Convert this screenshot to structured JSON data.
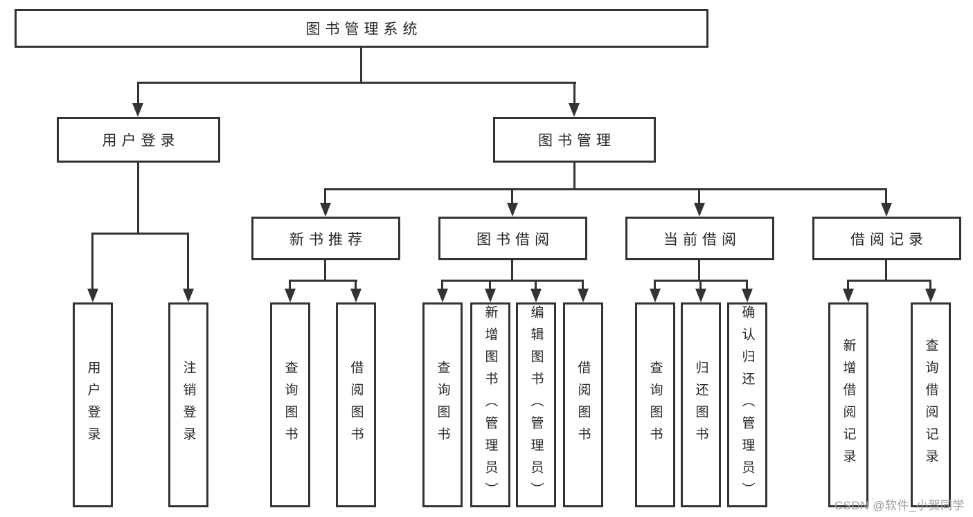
{
  "diagram_title": "图书管理系统",
  "colors": {
    "line": "#333333",
    "box_border": "#333333",
    "box_fill": "#ffffff",
    "text": "#262626",
    "background": "#ffffff",
    "watermark": "#9c9c9c"
  },
  "watermark": {
    "text": "CSDN @软件_小贺同学"
  },
  "tree": {
    "label": "图书管理系统",
    "children": [
      {
        "label": "用户登录",
        "children": [
          {
            "label": "用户登录"
          },
          {
            "label": "注销登录"
          }
        ]
      },
      {
        "label": "图书管理",
        "children": [
          {
            "label": "新书推荐",
            "children": [
              {
                "label": "查询图书"
              },
              {
                "label": "借阅图书"
              }
            ]
          },
          {
            "label": "图书借阅",
            "children": [
              {
                "label": "查询图书"
              },
              {
                "label": "新增图书（管理员）"
              },
              {
                "label": "编辑图书（管理员）"
              },
              {
                "label": "借阅图书"
              }
            ]
          },
          {
            "label": "当前借阅",
            "children": [
              {
                "label": "查询图书"
              },
              {
                "label": "归还图书"
              },
              {
                "label": "确认归还（管理员）"
              }
            ]
          },
          {
            "label": "借阅记录",
            "children": [
              {
                "label": "新增借阅记录"
              },
              {
                "label": "查询借阅记录"
              }
            ]
          }
        ]
      }
    ]
  }
}
